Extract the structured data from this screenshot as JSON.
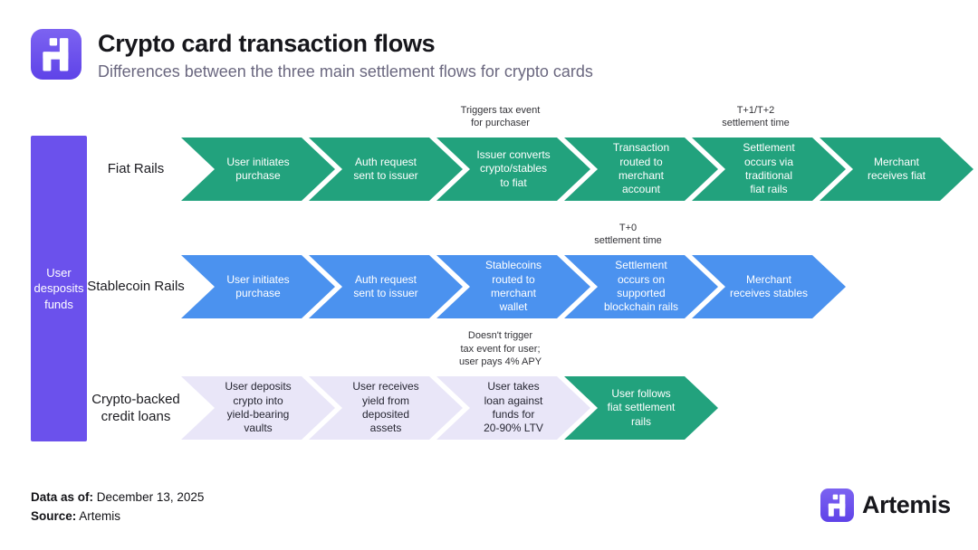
{
  "header": {
    "title": "Crypto card transaction flows",
    "subtitle": "Differences between the three main settlement flows for crypto cards"
  },
  "deposit_bar": {
    "label": "User\ndesposits\nfunds"
  },
  "colors": {
    "green": "#22a27d",
    "blue": "#4b92ef",
    "lavender": "#e9e6f8",
    "purple": "#6b51ec"
  },
  "rows": [
    {
      "label": "Fiat Rails",
      "color": "green",
      "steps": [
        {
          "text": "User initiates\npurchase"
        },
        {
          "text": "Auth request\nsent to issuer"
        },
        {
          "text": "Issuer converts\ncrypto/stables\nto fiat",
          "annotation": "Triggers tax event\nfor purchaser"
        },
        {
          "text": "Transaction\nrouted to\nmerchant\naccount"
        },
        {
          "text": "Settlement\noccurs via\ntraditional\nfiat rails",
          "annotation": "T+1/T+2\nsettlement time"
        },
        {
          "text": "Merchant\nreceives fiat"
        }
      ]
    },
    {
      "label": "Stablecoin Rails",
      "color": "blue",
      "steps": [
        {
          "text": "User initiates\npurchase"
        },
        {
          "text": "Auth request\nsent to issuer"
        },
        {
          "text": "Stablecoins\nrouted to\nmerchant\nwallet"
        },
        {
          "text": "Settlement\noccurs on\nsupported\nblockchain rails",
          "annotation": "T+0\nsettlement time"
        },
        {
          "text": "Merchant\nreceives stables"
        }
      ]
    },
    {
      "label": "Crypto-backed\ncredit loans",
      "color": "lavender",
      "steps": [
        {
          "text": "User deposits\ncrypto into\nyield-bearing\nvaults"
        },
        {
          "text": "User receives\nyield from\ndeposited\nassets"
        },
        {
          "text": "User takes\nloan against\nfunds for\n20-90% LTV",
          "annotation": "Doesn't trigger\ntax event for user;\nuser pays 4% APY"
        },
        {
          "text": "User follows\nfiat settlement\nrails",
          "color": "green"
        }
      ]
    }
  ],
  "footer": {
    "data_as_of_label": "Data as of:",
    "data_as_of_value": "December 13, 2025",
    "source_label": "Source:",
    "source_value": "Artemis",
    "brand": "Artemis"
  }
}
